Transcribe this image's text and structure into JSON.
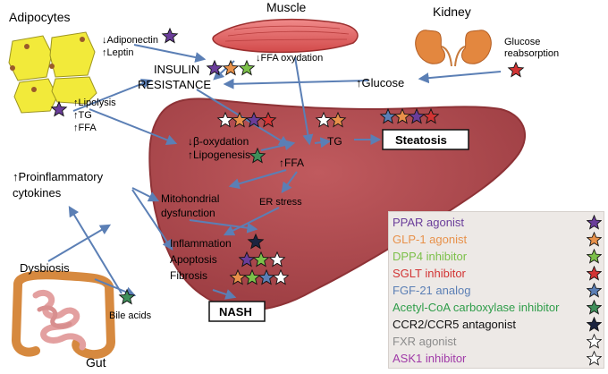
{
  "organs": {
    "adipocytes": "Adipocytes",
    "muscle": "Muscle",
    "kidney": "Kidney",
    "gut": "Gut"
  },
  "labels": {
    "adiponectin": "↓Adiponectin",
    "leptin": "↑Leptin",
    "lipolysis": "↑Lipolysis",
    "tg_up": "↑TG",
    "ffa_up": "↑FFA",
    "ffa_oxydation": "↓FFA oxydation",
    "glucose_reabsorption_1": "Glucose",
    "glucose_reabsorption_2": "reabsorption",
    "insulin": "INSULIN",
    "resistance": "RESISTANCE",
    "glucose": "↑Glucose",
    "beta_oxidation": "↓β-oxydation",
    "lipogenesis": "↑Lipogenesis",
    "liver_ffa": "↑FFA",
    "tg": "TG",
    "steatosis": "Steatosis",
    "proinflammatory_1": "↑Proinflammatory",
    "proinflammatory_2": "cytokines",
    "mito_1": "Mitohondrial",
    "mito_2": "dysfunction",
    "er_stress": "ER stress",
    "inflammation": "Inflammation",
    "apoptosis": "Apoptosis",
    "fibrosis": "Fibrosis",
    "dysbiosis": "Dysbiosis",
    "bile_acids": "Bile acids",
    "nash": "NASH"
  },
  "legend": [
    {
      "label": "PPAR agonist",
      "color": "#6a3d9a",
      "star": "#6a3d9a"
    },
    {
      "label": "GLP-1 agonist",
      "color": "#e8914a",
      "star": "#e8914a"
    },
    {
      "label": "DPP4 inhibitor",
      "color": "#7cc04a",
      "star": "#7cc04a"
    },
    {
      "label": "SGLT inhibitor",
      "color": "#d23434",
      "star": "#d23434"
    },
    {
      "label": "FGF-21 analog",
      "color": "#5b7fb5",
      "star": "#5b7fb5"
    },
    {
      "label": "Acetyl-CoA carboxylase inhibitor",
      "color": "#2f9d4a",
      "star": "#3f8f5a"
    },
    {
      "label": "CCR2/CCR5 antagonist",
      "color": "#111111",
      "star": "#1b2440"
    },
    {
      "label": "FXR agonist",
      "color": "#8c8c8c",
      "star": "#ffffff"
    },
    {
      "label": "ASK1 inhibitor",
      "color": "#a03aa8",
      "star": "#ffffff"
    }
  ],
  "colors": {
    "liver": "#b04a4f",
    "liver_edge": "#8e3236",
    "arrow": "#5b7fb5",
    "adipocyte": "#f2ea3a"
  }
}
